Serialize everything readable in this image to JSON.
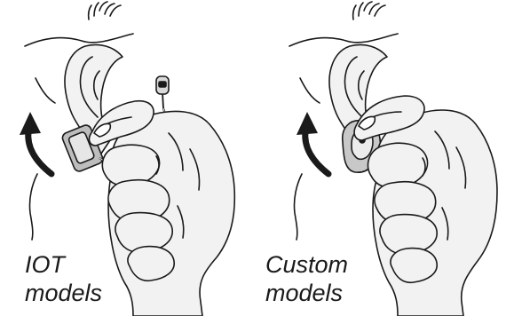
{
  "figure": {
    "left_panel": {
      "caption_line1": "IOT",
      "caption_line2": "models",
      "device_icon": "in-the-ear-device-icon",
      "direction_icon": "curved-arrow-up-icon"
    },
    "right_panel": {
      "caption_line1": "Custom",
      "caption_line2": "models",
      "device_icon": "custom-earmold-device-icon",
      "direction_icon": "curved-arrow-up-icon"
    },
    "colors": {
      "line": "#1a1a1a",
      "shade": "#c8c8c8",
      "skin": "#f2f2f2",
      "background": "#ffffff"
    }
  }
}
